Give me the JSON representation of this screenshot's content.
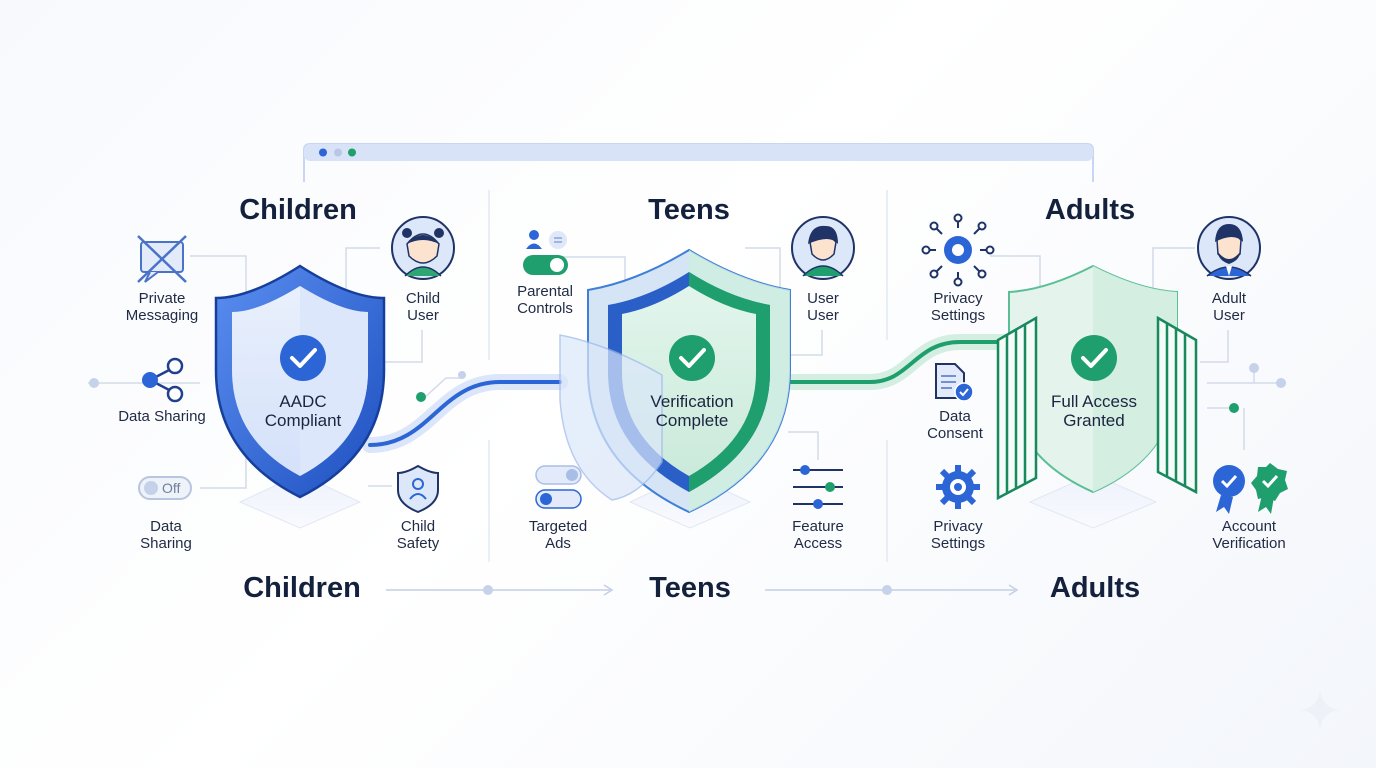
{
  "stages": {
    "children": {
      "heading": "Children",
      "footer": "Children",
      "shield": [
        "AADC",
        "Compliant"
      ]
    },
    "teens": {
      "heading": "Teens",
      "footer": "Teens",
      "shield": [
        "Verification",
        "Complete"
      ]
    },
    "adults": {
      "heading": "Adults",
      "footer": "Adults",
      "shield": [
        "Full Access",
        "Granted"
      ]
    }
  },
  "labels": {
    "private_messaging": [
      "Private",
      "Messaging"
    ],
    "data_sharing_1": [
      "Data Sharing"
    ],
    "data_sharing_2": [
      "Data",
      "Sharing"
    ],
    "child_user": [
      "Child",
      "User"
    ],
    "child_safety": [
      "Child",
      "Safety"
    ],
    "parental_controls": [
      "Parental",
      "Controls"
    ],
    "targeted_ads": [
      "Targeted",
      "Ads"
    ],
    "user": [
      "User",
      "User"
    ],
    "feature_access": [
      "Feature",
      "Access"
    ],
    "privacy_settings_1": [
      "Privacy",
      "Settings"
    ],
    "data_consent": [
      "Data",
      "Consent"
    ],
    "privacy_settings_2": [
      "Privacy",
      "Settings"
    ],
    "adult_user": [
      "Adult",
      "User"
    ],
    "account_verification": [
      "Account",
      "Verification"
    ]
  },
  "toggle_off_text": "Off",
  "colors": {
    "blue": "#2c66d6",
    "blue_dark": "#1c4fb5",
    "green": "#1f9e6e",
    "green_light": "#cfeee0",
    "navy": "#14213d"
  }
}
